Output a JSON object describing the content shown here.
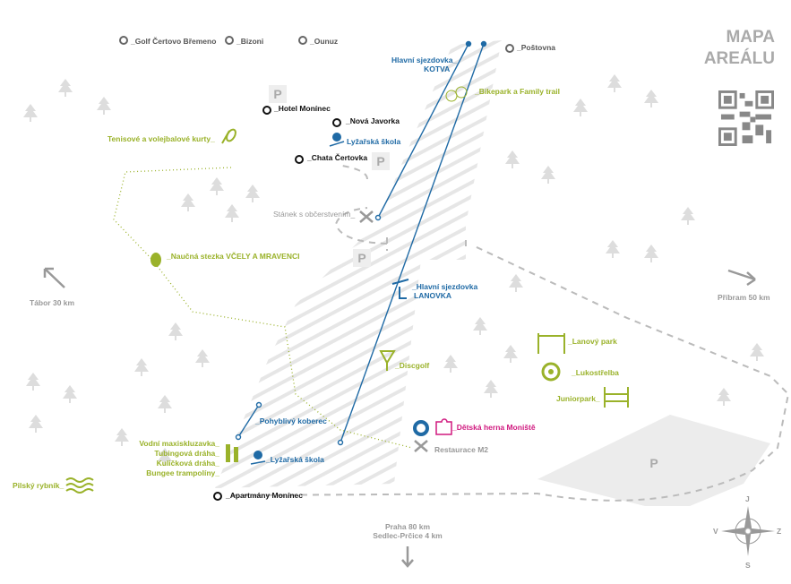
{
  "title": {
    "line1": "MAPA",
    "line2": "AREÁLU"
  },
  "places": {
    "golf": "_Golf Čertovo Břemeno",
    "bizoni": "_Bizoni",
    "ounuz": "_Ounuz",
    "postovna": "_Poštovna",
    "hotel": "_Hotel Monínec",
    "javorka": "_Nová Javorka",
    "chata": "_Chata Čertovka",
    "apartmany": "_Apartmány Monínec"
  },
  "activities": {
    "kotva1": "Hlavní sjezdovka_",
    "kotva2": "KOTVA",
    "bikepark": "_Bikepark a Family trail",
    "tenis": "Tenisové a volejbalové kurty_",
    "skola1": "Lyžařská škola",
    "stanek": "Stánek s občerstvením_",
    "stezka": "_Naučná stezka VČELY A MRAVENCI",
    "lanovka1": "_Hlavní sjezdovka",
    "lanovka2": "LANOVKA",
    "discgolf": "_Discgolf",
    "lanovy": "_Lanový park",
    "lukostrelba": "_Lukostřelba",
    "junior": "Juniorpark_",
    "herna": "_Dětská herna Moniště",
    "restaurace": "Restaurace M2",
    "koberec": "_Pohyblivý koberec",
    "skola2": "_Lyžařská škola",
    "vodni": "Vodní maxiskluzavka_",
    "tubing": "Tubingová dráha_",
    "kulickova": "Kuličková dráha_",
    "bungee": "Bungee trampolíny_",
    "rybnik": "Pilský rybník_"
  },
  "directions": {
    "tabor": "Tábor 30 km",
    "pribram": "Příbram 50 km",
    "praha": "Praha 80 km",
    "sedlec": "Sedlec-Prčice 4 km"
  },
  "parking": "P",
  "compass": {
    "n": "J",
    "s": "S",
    "w": "V",
    "e": "Z"
  },
  "colors": {
    "green": "#9ab22a",
    "blue": "#1f6aa5",
    "magenta": "#d0197f",
    "gray": "#999999"
  }
}
